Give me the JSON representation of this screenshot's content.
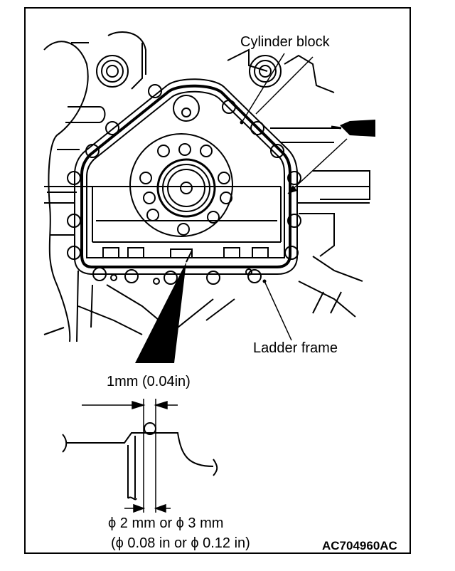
{
  "labels": {
    "cylinder_block": "Cylinder block",
    "ladder_frame": "Ladder frame",
    "gap": "1mm (0.04in)",
    "bead_metric": "ϕ 2 mm or ϕ 3 mm",
    "bead_imperial": "(ϕ 0.08 in or ϕ 0.12 in)",
    "figure_code": "AC704960AC"
  },
  "colors": {
    "ink": "#000000",
    "paper": "#ffffff"
  }
}
